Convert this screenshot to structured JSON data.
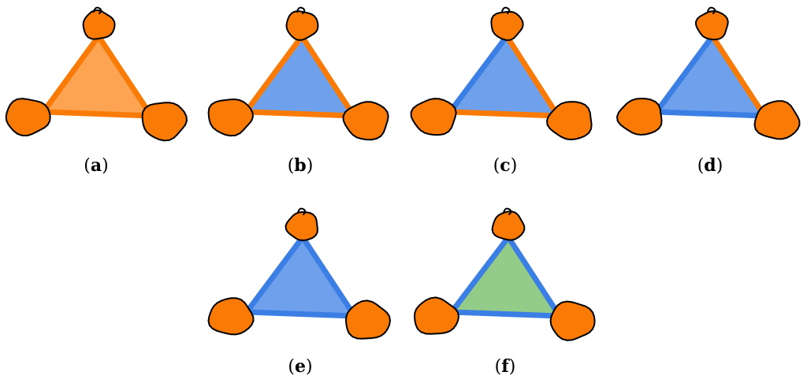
{
  "colors": {
    "node_fill": "#f97b06",
    "node_stroke": "#000000",
    "edge_orange": "#f97b06",
    "edge_blue": "#3b7ee4",
    "face_orange": "#fca452",
    "face_blue": "#6ea0ec",
    "face_green": "#93cc88"
  },
  "panels": [
    {
      "label": "a",
      "face": "orange",
      "edges": {
        "left": "orange",
        "right": "orange",
        "bottom": "orange"
      }
    },
    {
      "label": "b",
      "face": "blue",
      "edges": {
        "left": "orange",
        "right": "orange",
        "bottom": "orange"
      }
    },
    {
      "label": "c",
      "face": "blue",
      "edges": {
        "left": "blue",
        "right": "orange",
        "bottom": "orange"
      }
    },
    {
      "label": "d",
      "face": "blue",
      "edges": {
        "left": "blue",
        "right": "orange",
        "bottom": "blue"
      }
    },
    {
      "label": "e",
      "face": "blue",
      "edges": {
        "left": "blue",
        "right": "blue",
        "bottom": "blue"
      }
    },
    {
      "label": "f",
      "face": "green",
      "edges": {
        "left": "blue",
        "right": "blue",
        "bottom": "blue"
      }
    }
  ]
}
